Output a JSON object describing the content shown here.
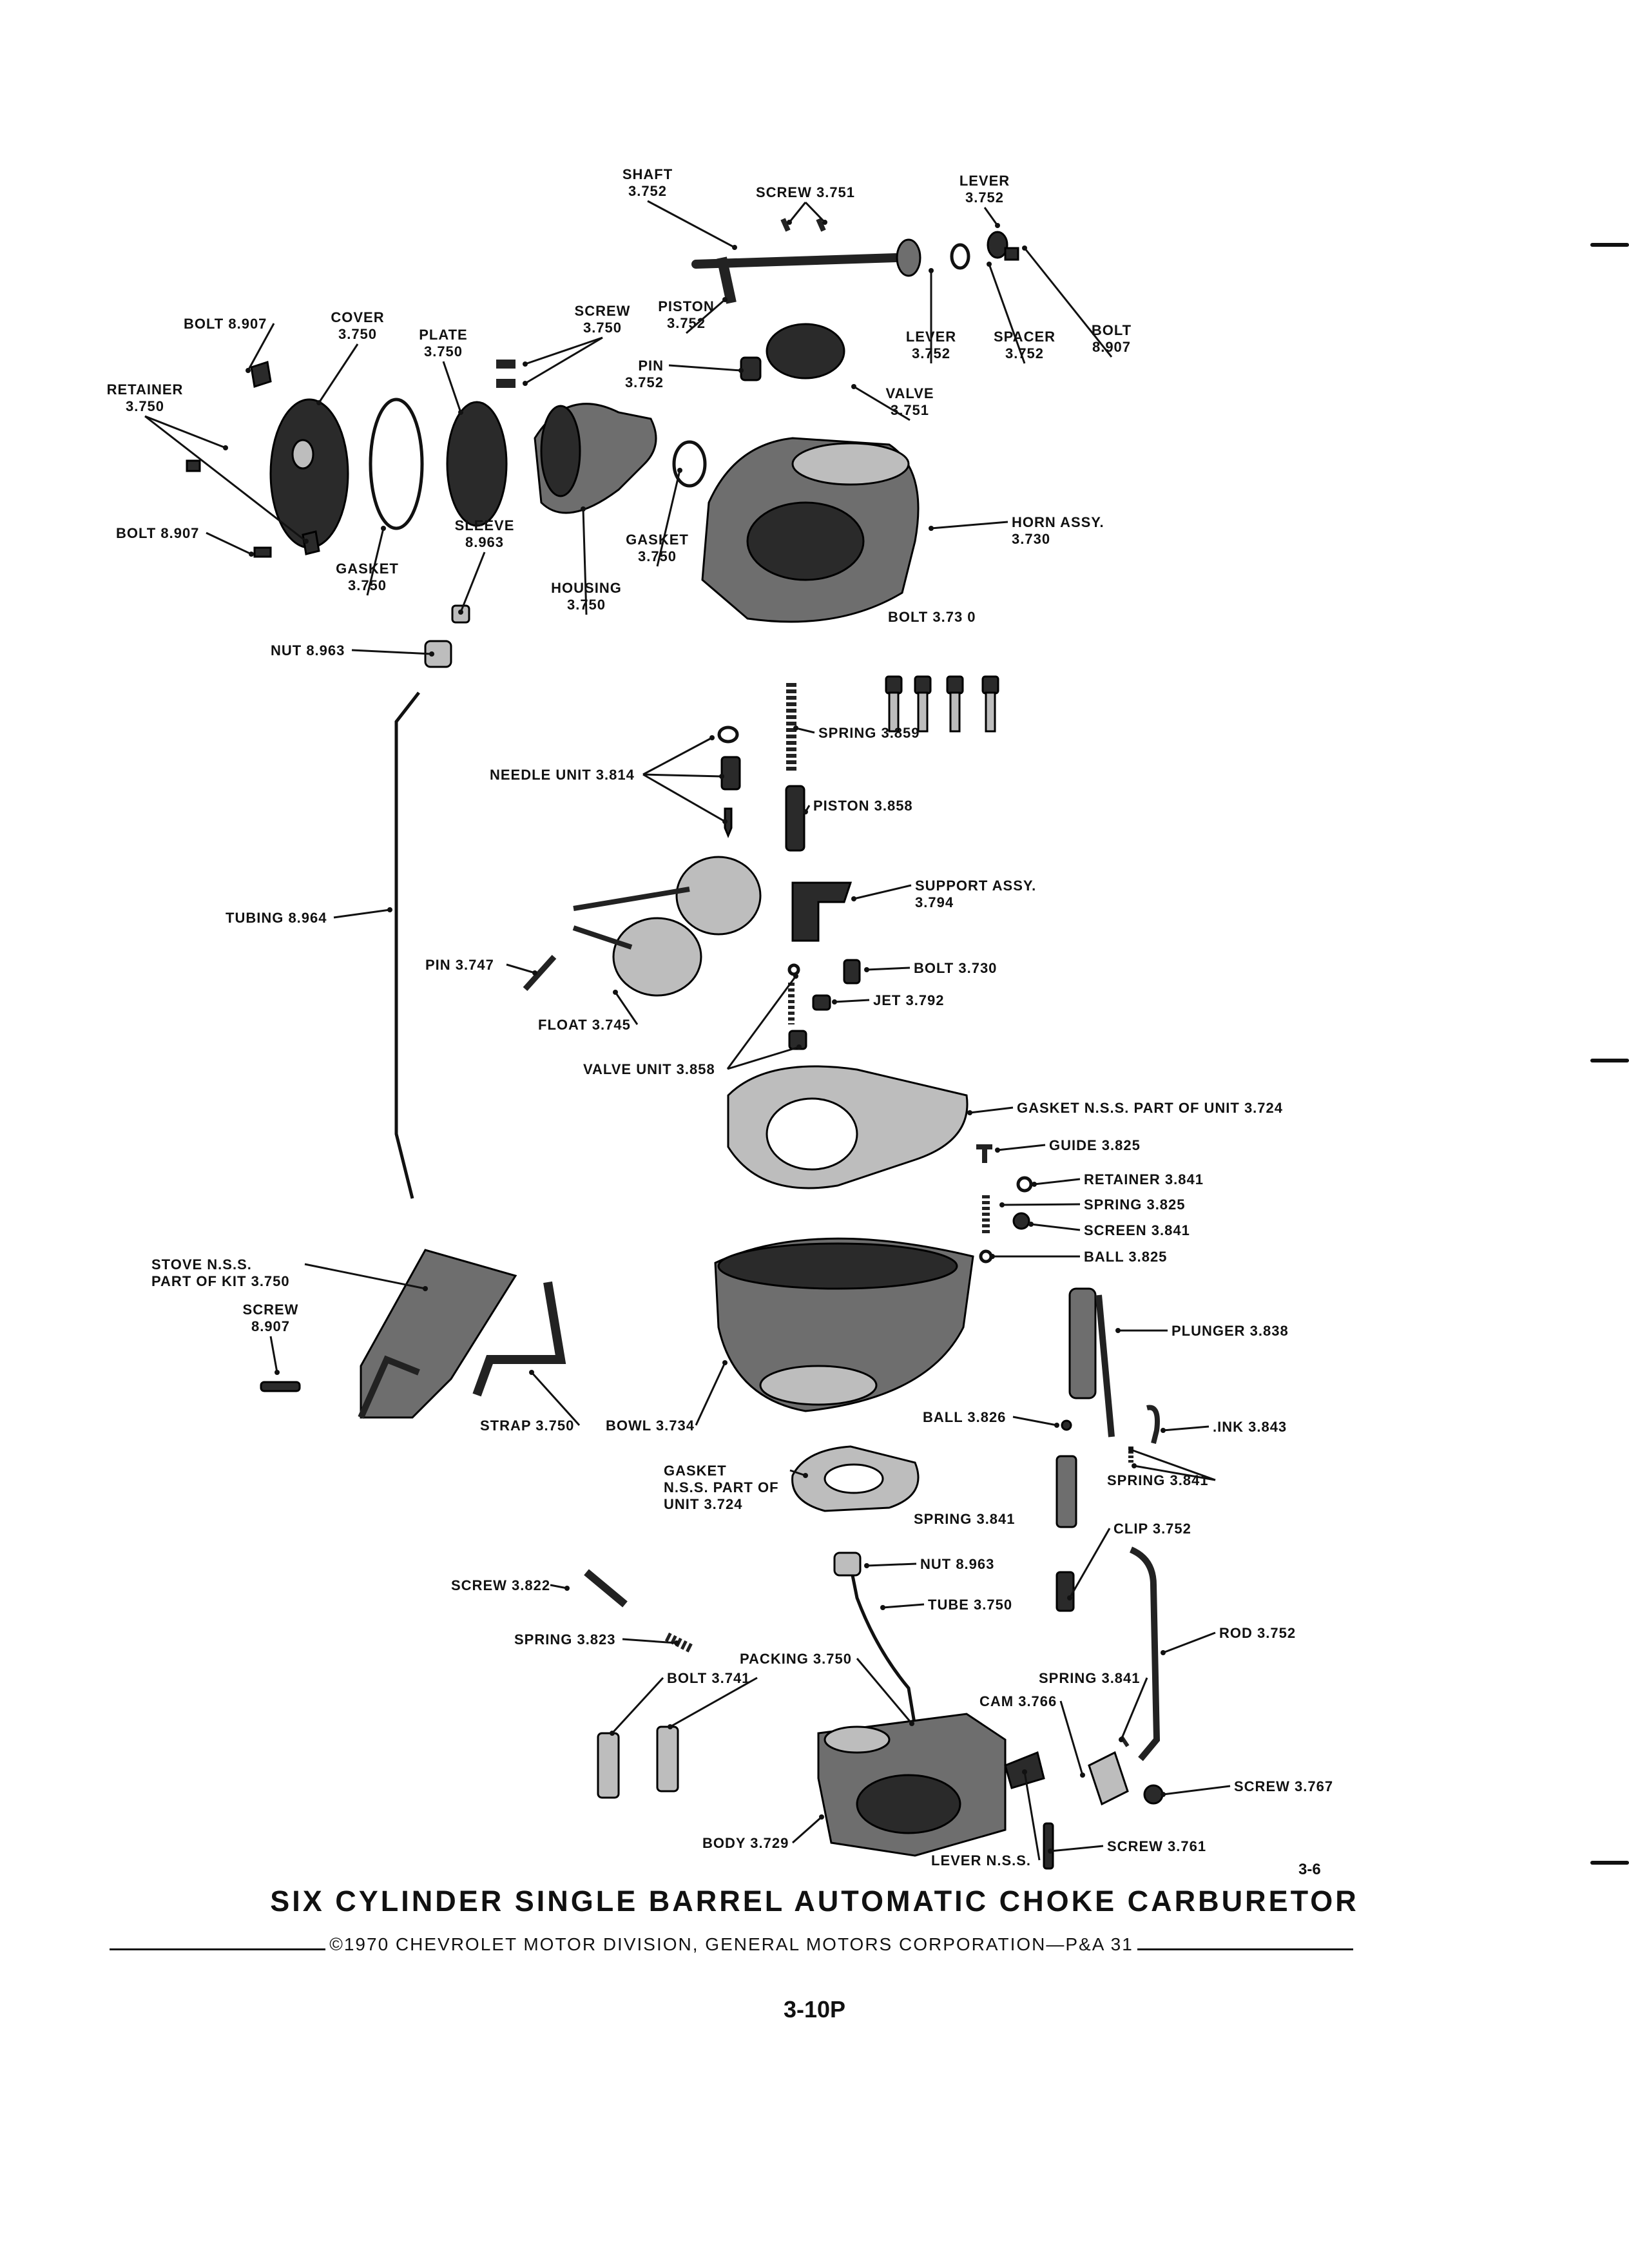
{
  "title": "SIX CYLINDER SINGLE BARREL AUTOMATIC CHOKE CARBURETOR",
  "copyright": "©1970 CHEVROLET MOTOR DIVISION, GENERAL MOTORS CORPORATION—P&A 31",
  "page_number": "3-10P",
  "plate_number": "3-6",
  "callouts": [
    {
      "id": "shaft",
      "lines": [
        "SHAFT",
        "3.752"
      ]
    },
    {
      "id": "screw-3751",
      "lines": [
        "SCREW 3.751"
      ]
    },
    {
      "id": "lever-top",
      "lines": [
        "LEVER",
        "3.752"
      ]
    },
    {
      "id": "bolt-8907-a",
      "lines": [
        "BOLT 8.907"
      ]
    },
    {
      "id": "cover",
      "lines": [
        "COVER",
        "3.750"
      ]
    },
    {
      "id": "plate",
      "lines": [
        "PLATE",
        "3.750"
      ]
    },
    {
      "id": "screw-3750",
      "lines": [
        "SCREW",
        "3.750"
      ]
    },
    {
      "id": "piston-3752",
      "lines": [
        "PISTON",
        "3.752"
      ]
    },
    {
      "id": "lever-3752",
      "lines": [
        "LEVER",
        "3.752"
      ]
    },
    {
      "id": "spacer",
      "lines": [
        "SPACER",
        "3.752"
      ]
    },
    {
      "id": "bolt-8907-b",
      "lines": [
        "BOLT",
        "8.907"
      ]
    },
    {
      "id": "retainer-3750",
      "lines": [
        "RETAINER",
        "3.750"
      ]
    },
    {
      "id": "pin-3752",
      "lines": [
        "PIN",
        "3.752"
      ]
    },
    {
      "id": "valve-3751",
      "lines": [
        "VALVE",
        "3.751"
      ]
    },
    {
      "id": "bolt-8907-c",
      "lines": [
        "BOLT 8.907"
      ]
    },
    {
      "id": "gasket-3750-a",
      "lines": [
        "GASKET",
        "3.750"
      ]
    },
    {
      "id": "sleeve",
      "lines": [
        "SLEEVE",
        "8.963"
      ]
    },
    {
      "id": "gasket-3750-b",
      "lines": [
        "GASKET",
        "3.750"
      ]
    },
    {
      "id": "housing",
      "lines": [
        "HOUSING",
        "3.750"
      ]
    },
    {
      "id": "horn-assy",
      "lines": [
        "HORN ASSY.",
        "3.730"
      ]
    },
    {
      "id": "nut-8963-a",
      "lines": [
        "NUT 8.963"
      ]
    },
    {
      "id": "bolt-3730-a",
      "lines": [
        "BOLT 3.73 0"
      ]
    },
    {
      "id": "spring-3859",
      "lines": [
        "SPRING 3.859"
      ]
    },
    {
      "id": "needle-unit",
      "lines": [
        "NEEDLE UNIT 3.814"
      ]
    },
    {
      "id": "piston-3858",
      "lines": [
        "PISTON 3.858"
      ]
    },
    {
      "id": "tubing",
      "lines": [
        "TUBING 8.964"
      ]
    },
    {
      "id": "support-assy",
      "lines": [
        "SUPPORT ASSY.",
        "3.794"
      ]
    },
    {
      "id": "pin-3747",
      "lines": [
        "PIN 3.747"
      ]
    },
    {
      "id": "bolt-3730-b",
      "lines": [
        "BOLT 3.730"
      ]
    },
    {
      "id": "jet",
      "lines": [
        "JET 3.792"
      ]
    },
    {
      "id": "float",
      "lines": [
        "FLOAT 3.745"
      ]
    },
    {
      "id": "valve-unit",
      "lines": [
        "VALVE UNIT 3.858"
      ]
    },
    {
      "id": "gasket-nss-a",
      "lines": [
        "GASKET N.S.S. PART OF UNIT 3.724"
      ]
    },
    {
      "id": "guide",
      "lines": [
        "GUIDE 3.825"
      ]
    },
    {
      "id": "retainer-3841",
      "lines": [
        "RETAINER 3.841"
      ]
    },
    {
      "id": "spring-3825",
      "lines": [
        "SPRING 3.825"
      ]
    },
    {
      "id": "screen",
      "lines": [
        "SCREEN 3.841"
      ]
    },
    {
      "id": "ball-3825",
      "lines": [
        "BALL 3.825"
      ]
    },
    {
      "id": "stove",
      "lines": [
        "STOVE N.S.S.",
        "PART OF KIT 3.750"
      ]
    },
    {
      "id": "screw-8907",
      "lines": [
        "SCREW",
        "8.907"
      ]
    },
    {
      "id": "plunger",
      "lines": [
        "PLUNGER 3.838"
      ]
    },
    {
      "id": "strap",
      "lines": [
        "STRAP 3.750"
      ]
    },
    {
      "id": "bowl",
      "lines": [
        "BOWL 3.734"
      ]
    },
    {
      "id": "ball-3826",
      "lines": [
        "BALL 3.826"
      ]
    },
    {
      "id": "link",
      "lines": [
        ".INK 3.843"
      ]
    },
    {
      "id": "gasket-nss-b",
      "lines": [
        "GASKET",
        "N.S.S. PART OF",
        "UNIT 3.724"
      ]
    },
    {
      "id": "spring-3841-a",
      "lines": [
        "SPRING 3.841"
      ]
    },
    {
      "id": "spring-3841-b",
      "lines": [
        "SPRING 3.841"
      ]
    },
    {
      "id": "clip",
      "lines": [
        "CLIP 3.752"
      ]
    },
    {
      "id": "nut-8963-b",
      "lines": [
        "NUT 8.963"
      ]
    },
    {
      "id": "screw-3822",
      "lines": [
        "SCREW 3.822"
      ]
    },
    {
      "id": "tube",
      "lines": [
        "TUBE 3.750"
      ]
    },
    {
      "id": "rod",
      "lines": [
        "ROD 3.752"
      ]
    },
    {
      "id": "spring-3823",
      "lines": [
        "SPRING 3.823"
      ]
    },
    {
      "id": "packing",
      "lines": [
        "PACKING 3.750"
      ]
    },
    {
      "id": "bolt-3741",
      "lines": [
        "BOLT 3.741"
      ]
    },
    {
      "id": "spring-3841-c",
      "lines": [
        "SPRING 3.841"
      ]
    },
    {
      "id": "cam",
      "lines": [
        "CAM 3.766"
      ]
    },
    {
      "id": "screw-3767",
      "lines": [
        "SCREW 3.767"
      ]
    },
    {
      "id": "body",
      "lines": [
        "BODY 3.729"
      ]
    },
    {
      "id": "lever-nss",
      "lines": [
        "LEVER N.S.S."
      ]
    },
    {
      "id": "screw-3761",
      "lines": [
        "SCREW 3.761"
      ]
    }
  ]
}
